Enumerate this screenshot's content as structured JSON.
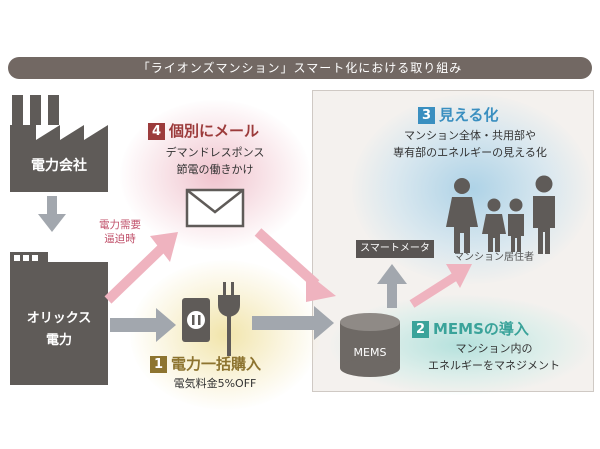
{
  "banner": "「ライオンズマンション」スマート化における取り組み",
  "company": "電力会社",
  "orix": [
    "オリックス",
    "電力"
  ],
  "demand_note": [
    "電力需要",
    "逼迫時"
  ],
  "step4": {
    "number": "4",
    "title": "個別にメール",
    "desc": [
      "デマンドレスポンス",
      "節電の働きかけ"
    ],
    "color": "#9c3b3b"
  },
  "step1": {
    "number": "1",
    "title": "電力一括購入",
    "desc": "電気料金5%OFF",
    "color": "#8d7430"
  },
  "step3": {
    "number": "3",
    "title": "見える化",
    "desc": [
      "マンション全体・共用部や",
      "専有部のエネルギーの見える化"
    ],
    "color": "#3a8fc0"
  },
  "step2": {
    "number": "2",
    "title": "MEMSの導入",
    "desc": [
      "マンション内の",
      "エネルギーをマネジメント"
    ],
    "color": "#3aa39a"
  },
  "smart_meter": "スマートメータ",
  "mems_label": "MEMS",
  "residents": "マンション居住者",
  "icons": [
    "factory-icon",
    "building-icon",
    "envelope-icon",
    "outlet-icon",
    "plug-icon",
    "database-icon",
    "family-icon"
  ]
}
